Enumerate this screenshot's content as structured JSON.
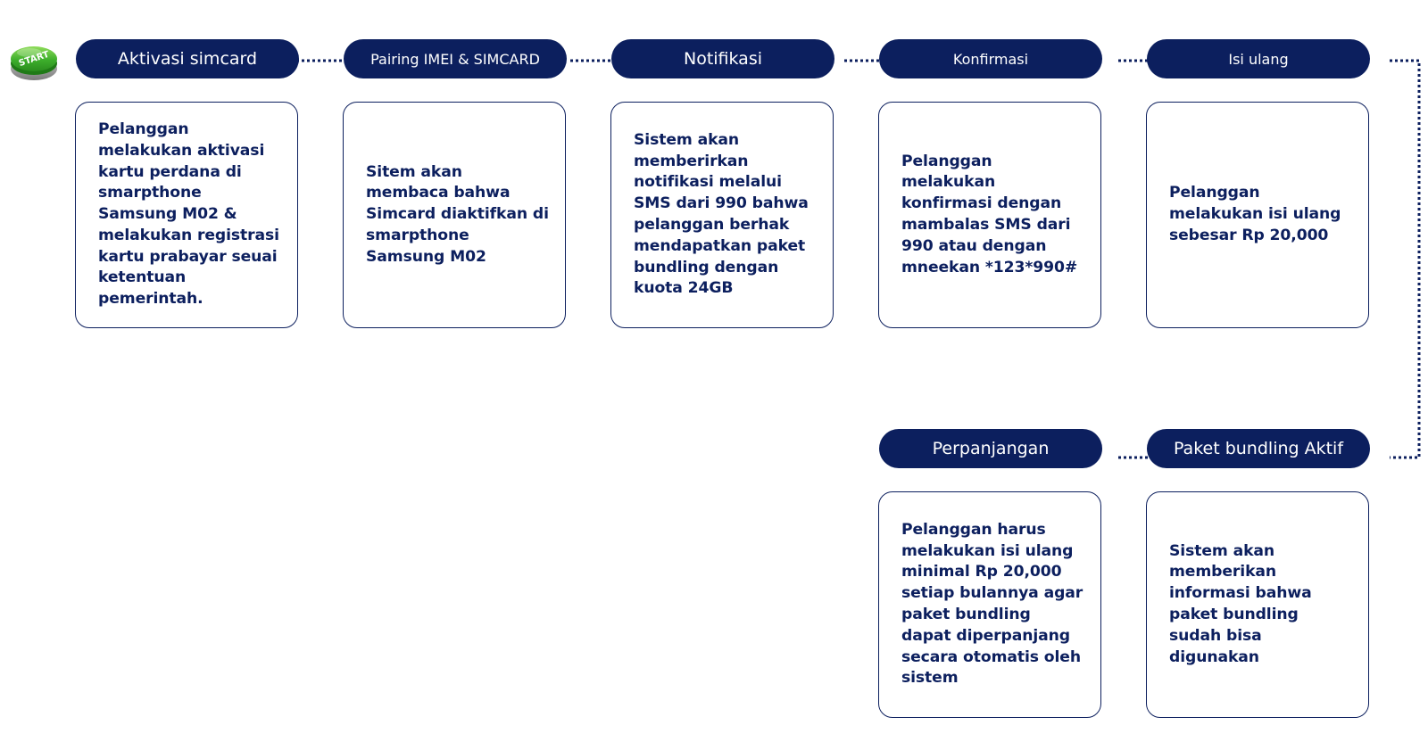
{
  "start": {
    "label": "START",
    "color": "#3dae2b"
  },
  "colors": {
    "primary": "#0c1f5e",
    "background": "#ffffff"
  },
  "steps": [
    {
      "title": "Aktivasi simcard",
      "text": "Pelanggan melakukan aktivasi kartu perdana di smarpthone Samsung M02 & melakukan registrasi kartu prabayar seuai ketentuan pemerintah."
    },
    {
      "title": "Pairing IMEI & SIMCARD",
      "text": "Sitem akan membaca bahwa Simcard diaktifkan di smarpthone Samsung M02"
    },
    {
      "title": "Notifikasi",
      "text": "Sistem akan memberirkan notifikasi melalui SMS dari 990 bahwa pelanggan berhak mendapatkan paket bundling dengan kuota 24GB"
    },
    {
      "title": "Konfirmasi",
      "text": "Pelanggan melakukan konfirmasi dengan mambalas SMS dari 990 atau dengan mneekan *123*990#"
    },
    {
      "title": "Isi ulang",
      "text": "Pelanggan melakukan isi ulang sebesar Rp 20,000"
    },
    {
      "title": "Paket bundling Aktif",
      "text": "Sistem akan memberikan informasi bahwa paket bundling sudah bisa digunakan"
    },
    {
      "title": "Perpanjangan",
      "text": "Pelanggan harus melakukan isi ulang minimal Rp 20,000 setiap bulannya agar paket bundling dapat diperpanjang secara otomatis oleh sistem"
    }
  ]
}
